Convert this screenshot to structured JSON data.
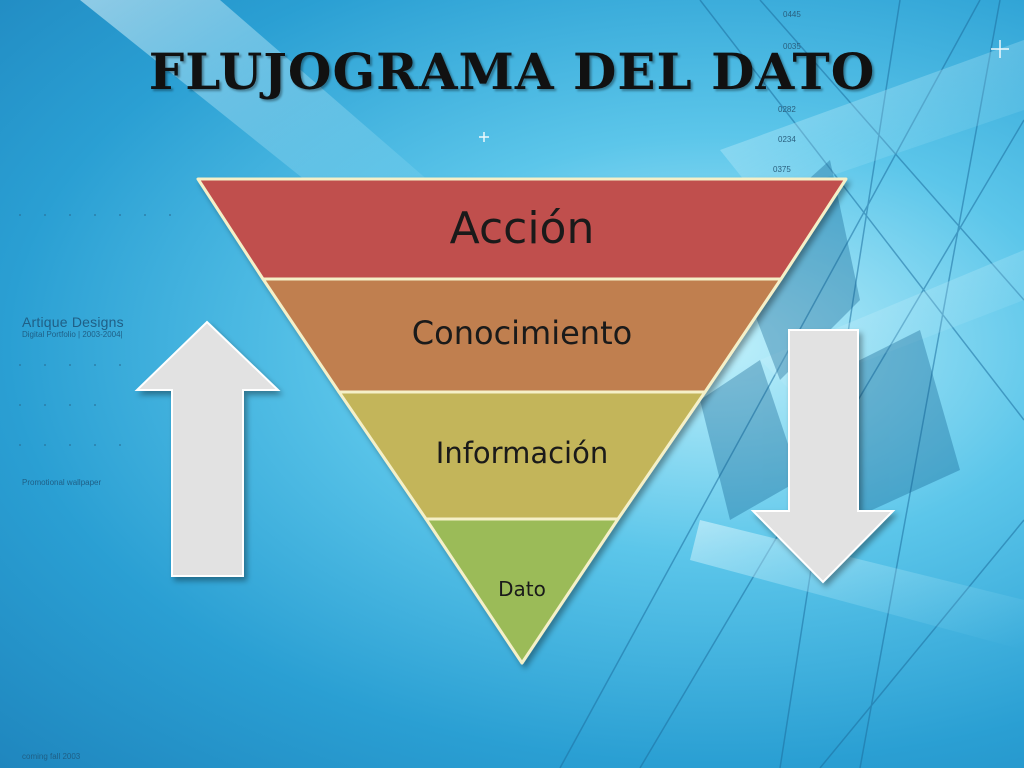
{
  "slide": {
    "title": "FLUJOGRAMA DEL DATO"
  },
  "background": {
    "brand_name": "Artique",
    "brand_suffix": "Designs",
    "brand_subtitle": "Digital Portfolio | 2003-2004|",
    "promo_text": "Promotional wallpaper",
    "footer_text": "coming fall 2003",
    "numbers": [
      "0445",
      "0035",
      "0282",
      "0234",
      "0375"
    ]
  },
  "pyramid": {
    "levels": [
      {
        "label": "Acción",
        "color": "#c0504d"
      },
      {
        "label": "Conocimiento",
        "color": "#c07f4f"
      },
      {
        "label": "Información",
        "color": "#c3b55a"
      },
      {
        "label": "Dato",
        "color": "#9bbb59"
      }
    ],
    "border_color": "#f5f0c8"
  },
  "arrows": {
    "up": {
      "direction": "up",
      "color": "#e2e2e2"
    },
    "down": {
      "direction": "down",
      "color": "#e2e2e2"
    }
  }
}
